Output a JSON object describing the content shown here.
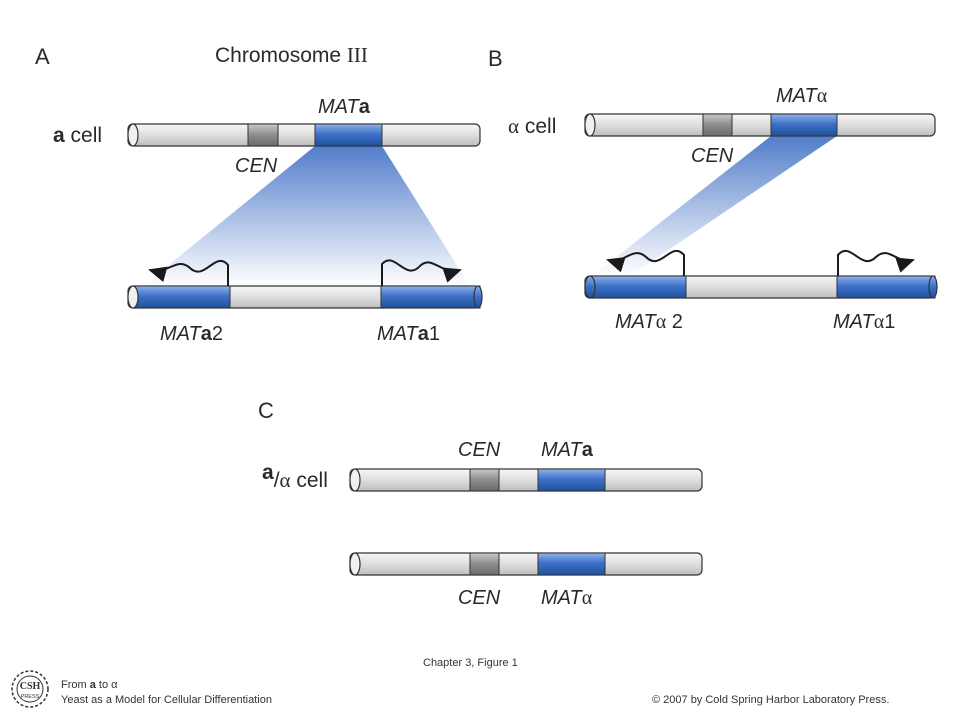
{
  "panels": {
    "a": "A",
    "b": "B",
    "c": "C"
  },
  "title_prefix": "Chromosome ",
  "title_roman": "III",
  "panel_a": {
    "cell_bold": "a",
    "cell_rest": " cell",
    "cen": "CEN",
    "mat_prefix": "MAT",
    "mat_bold": "a",
    "left_prefix": "MAT",
    "left_bold": "a",
    "left_num": "2",
    "right_prefix": "MAT",
    "right_bold": "a",
    "right_num": "1"
  },
  "panel_b": {
    "cell_sym": "α",
    "cell_rest": " cell",
    "cen": "CEN",
    "mat_prefix": "MAT",
    "mat_sym": "α",
    "left_prefix": "MAT",
    "left_sym": "α",
    "left_num": " 2",
    "right_prefix": "MAT",
    "right_sym": "α",
    "right_num": "1"
  },
  "panel_c": {
    "cell_bold": "a",
    "cell_slash": "/",
    "cell_sym": "α",
    "cell_rest": " cell",
    "cen_top": "CEN",
    "mat_top_prefix": "MAT",
    "mat_top_bold": "a",
    "cen_bottom": "CEN",
    "mat_bottom_prefix": "MAT",
    "mat_bottom_sym": "α"
  },
  "footer": {
    "caption": "Chapter 3, Figure 1",
    "from_prefix": "From ",
    "from_bold": "a",
    "from_rest": " to α",
    "book": "Yeast as a Model for Cellular Differentiation",
    "copyright": "© 2007 by Cold Spring Harbor Laboratory Press.",
    "logo_top": "CSH",
    "logo_bottom": "PRESS"
  },
  "colors": {
    "blue": "#3f73c8",
    "chromosome": "#e4e4e4",
    "centromere": "#8d8d8d",
    "outline": "#333333"
  }
}
